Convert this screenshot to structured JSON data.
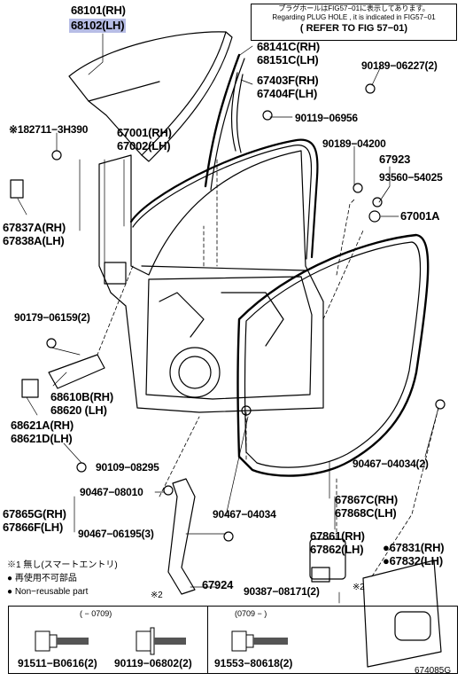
{
  "ref_box": {
    "line1": "プラグホールはFIG57−01に表示してあります。",
    "line2": "Regarding PLUG HOLE , it is indicated in FIG57−01",
    "line3": "( REFER TO FIG 57−01)"
  },
  "labels": {
    "p68101": "68101(RH)",
    "p68102": "68102(LH)",
    "p68141": "68141C(RH)",
    "p68151": "68151C(LH)",
    "p90189a": "90189−06227(2)",
    "p67403": "67403F(RH)",
    "p67404": "67404F(LH)",
    "p90119": "90119−06956",
    "p182711": "※182711−3H390",
    "p67001": "67001(RH)",
    "p67002": "67002(LH)",
    "p90189b": "90189−04200",
    "p67923": "67923",
    "p93560": "93560−54025",
    "p67001a": "67001A",
    "p67837": "67837A(RH)",
    "p67838": "67838A(LH)",
    "p90179": "90179−06159(2)",
    "p68610": "68610B(RH)",
    "p68620": "68620  (LH)",
    "p68621a": "68621A(RH)",
    "p68621d": "68621D(LH)",
    "p90109": "90109−08295",
    "p90467a": "90467−04034(2)",
    "p90467b": "90467−08010",
    "p67865": "67865G(RH)",
    "p67866": "67866F(LH)",
    "p90467c": "90467−04034",
    "p67867": "67867C(RH)",
    "p67868": "67868C(LH)",
    "p90467d": "90467−06195(3)",
    "p67861": "67861(RH)",
    "p67862": "67862(LH)",
    "p67831": "●67831(RH)",
    "p67832": "●67832(LH)",
    "p67924": "67924",
    "p90387": "90387−08171(2)",
    "star2a": "※2",
    "star2b": "※2"
  },
  "legend": {
    "l1": "※1 無し(スマートエントリ)",
    "l2": "● 再使用不可部品",
    "l3": "● Non−reusable part"
  },
  "table": {
    "h1": "(     −  0709)",
    "h2": "(0709  −     )",
    "parts": [
      "91511−B0616(2)",
      "90119−06802(2)",
      "91553−80618(2)"
    ]
  },
  "figure_code": "674085G"
}
